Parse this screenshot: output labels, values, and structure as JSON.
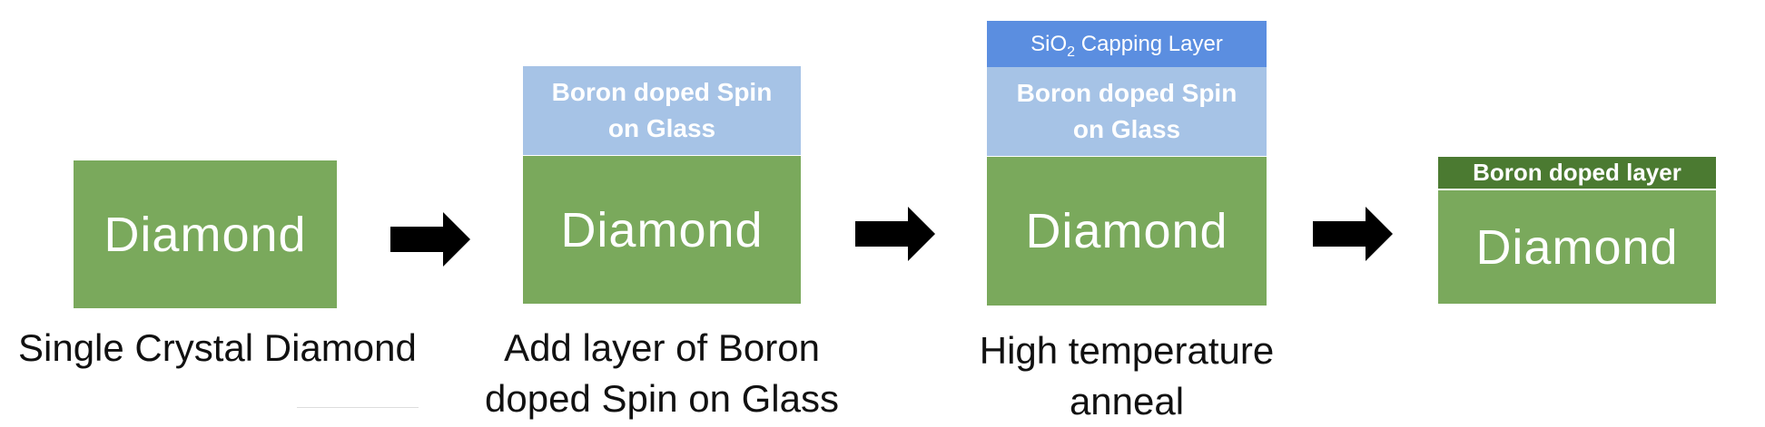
{
  "colors": {
    "diamond": "#7aa95c",
    "spin_on_glass": "#a6c3e6",
    "capping_layer": "#5b8ee0",
    "boron_doped_layer": "#4b7a31",
    "arrow": "#000000"
  },
  "steps": [
    {
      "diamond_label": "Diamond",
      "caption_line1": "Single Crystal Diamond",
      "caption_line2": ""
    },
    {
      "diamond_label": "Diamond",
      "sog_line1": "Boron doped Spin",
      "sog_line2": "on Glass",
      "caption_line1": "Add layer of Boron",
      "caption_line2": "doped Spin on Glass"
    },
    {
      "diamond_label": "Diamond",
      "cap_prefix": "SiO",
      "cap_subscript": "2",
      "cap_suffix": " Capping Layer",
      "sog_line1": "Boron doped Spin",
      "sog_line2": "on Glass",
      "caption_line1": "High temperature",
      "caption_line2": "anneal"
    },
    {
      "diamond_label": "Diamond",
      "doped_layer_label": "Boron doped layer",
      "caption_line1": "",
      "caption_line2": ""
    }
  ],
  "arrows": [
    "right-arrow",
    "right-arrow",
    "right-arrow"
  ]
}
